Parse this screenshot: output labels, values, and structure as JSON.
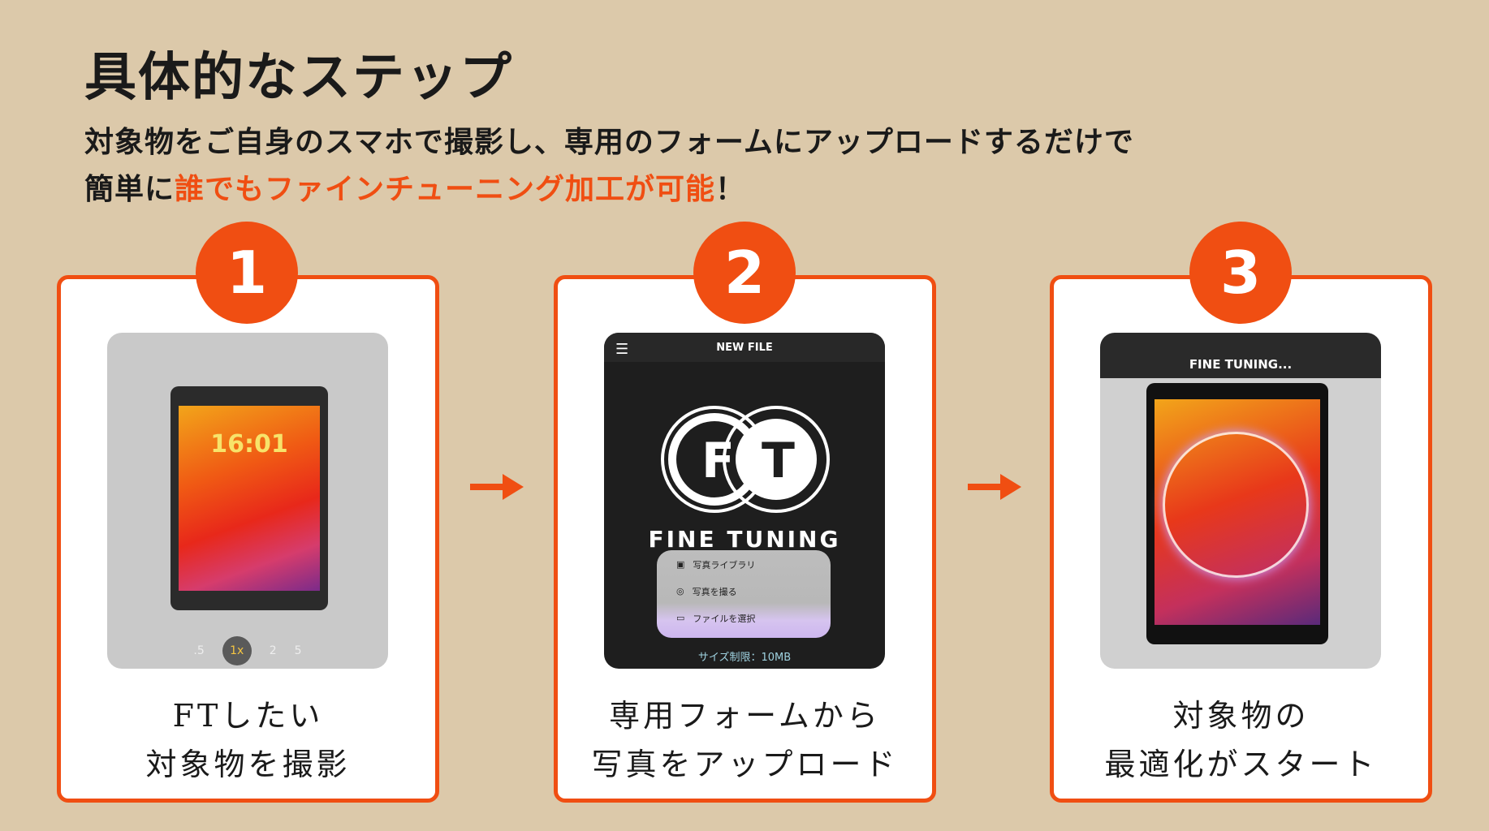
{
  "title": "具体的なステップ",
  "subtitle": {
    "line1": "対象物をご自身のスマホで撮影し、専用のフォームにアップロードするだけで",
    "line2_prefix": "簡単に",
    "line2_highlight": "誰でもファインチューニング加工が可能",
    "line2_suffix": "！"
  },
  "accent": "#f04e12",
  "steps": [
    {
      "number": "1",
      "caption1": "FTしたい",
      "caption2": "対象物を撮影",
      "screen": {
        "clock": "16:01",
        "zoom_options": [
          ".5",
          "1x",
          "2",
          "5"
        ]
      }
    },
    {
      "number": "2",
      "caption1": "専用フォームから",
      "caption2": "写真をアップロード",
      "screen": {
        "header": "NEW FILE",
        "logo_letters": "FT",
        "brand": "FINE TUNING",
        "menu": [
          "写真ライブラリ",
          "写真を撮る",
          "ファイルを選択"
        ],
        "limit": "サイズ制限：10MB"
      }
    },
    {
      "number": "3",
      "caption1": "対象物の",
      "caption2": "最適化がスタート",
      "screen": {
        "header": "FINE TUNING..."
      }
    }
  ]
}
